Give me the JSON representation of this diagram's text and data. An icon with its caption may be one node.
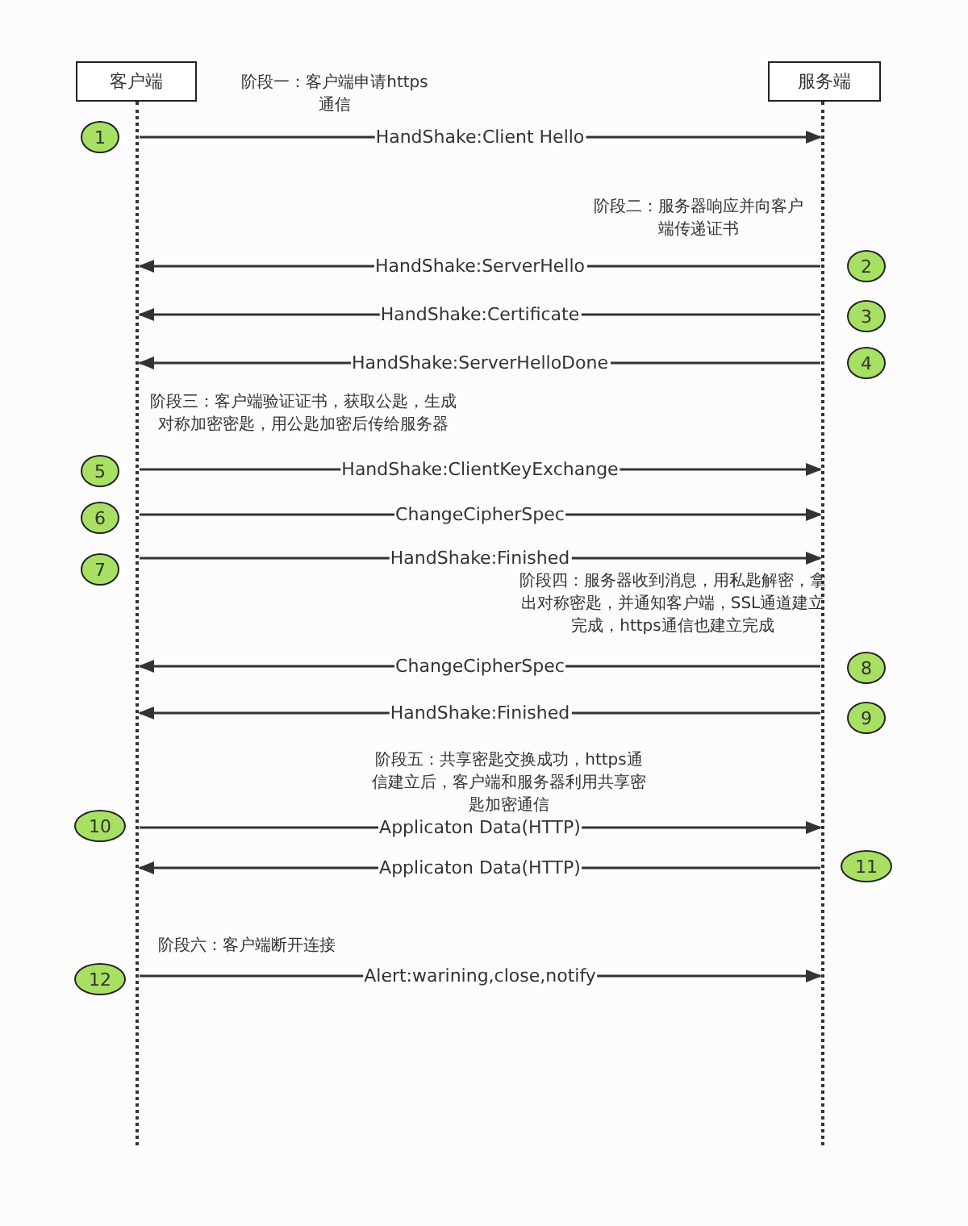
{
  "diagram": {
    "nodes": [
      {
        "text": [
          "客户端"
        ]
      },
      {
        "text": [
          "服务端"
        ]
      },
      {
        "text": [],
        "shape": "bar"
      },
      {
        "text": [],
        "shape": "bar"
      },
      {
        "text": [
          "1"
        ]
      },
      {
        "text": [
          "2"
        ]
      },
      {
        "text": [
          "3"
        ]
      },
      {
        "text": [
          "4"
        ]
      },
      {
        "text": [
          "5"
        ]
      },
      {
        "text": [
          "6"
        ]
      },
      {
        "text": [
          "7"
        ]
      },
      {
        "text": [
          "8"
        ]
      },
      {
        "text": [
          "9"
        ]
      },
      {
        "text": [
          "10"
        ]
      },
      {
        "text": [
          "11"
        ]
      },
      {
        "text": [
          "12"
        ]
      }
    ],
    "edges": [
      {
        "from": 2,
        "to": 3,
        "arrow": "to",
        "label": "HandShake:Client Hello"
      },
      {
        "from": 3,
        "to": 2,
        "arrow": "to",
        "label": "HandShake:ServerHello"
      },
      {
        "from": 3,
        "to": 2,
        "arrow": "to",
        "label": "HandShake:Certificate"
      },
      {
        "from": 3,
        "to": 2,
        "arrow": "to",
        "label": "HandShake:ServerHelloDone"
      },
      {
        "from": 2,
        "to": 3,
        "arrow": "to",
        "label": "HandShake:ClientKeyExchange"
      },
      {
        "from": 2,
        "to": 3,
        "arrow": "to",
        "label": "ChangeCipherSpec"
      },
      {
        "from": 2,
        "to": 3,
        "arrow": "to",
        "label": "HandShake:Finished"
      },
      {
        "from": 3,
        "to": 2,
        "arrow": "to",
        "label": "ChangeCipherSpec"
      },
      {
        "from": 3,
        "to": 2,
        "arrow": "to",
        "label": "HandShake:Finished"
      },
      {
        "from": 2,
        "to": 3,
        "arrow": "to",
        "label": "Applicaton Data(HTTP)"
      },
      {
        "from": 3,
        "to": 2,
        "arrow": "to",
        "label": "Applicaton Data(HTTP)"
      },
      {
        "from": 2,
        "to": 3,
        "arrow": "to",
        "label": "Alert:warining,close,notify"
      }
    ],
    "labels": [
      "阶段一：客户端申请https通信",
      "阶段二：服务器响应并向客户端传递证书",
      "阶段三：客户端验证证书，获取公匙，生成对称加密密匙，用公匙加密后传给服务器",
      "阶段四：服务器收到消息，用私匙解密，拿出对称密匙，并通知客户端，SSL通道建立完成，https通信也建立完成",
      "阶段五：共享密匙交换成功，https通信建立后，客户端和服务器利用共享密匙加密通信",
      "阶段六：客户端断开连接"
    ]
  }
}
